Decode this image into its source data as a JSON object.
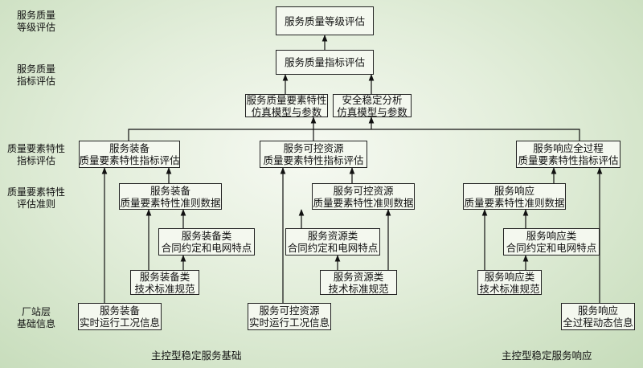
{
  "side_labels": {
    "grade": [
      "服务质量",
      "等级评估"
    ],
    "index": [
      "服务质量",
      "指标评估"
    ],
    "char_index": [
      "质量要素特性",
      "指标评估"
    ],
    "char_criteria": [
      "质量要素特性",
      "评估准则"
    ],
    "station": [
      "厂站层",
      "基础信息"
    ]
  },
  "nodes": {
    "grade": [
      "服务质量等级评估"
    ],
    "index": [
      "服务质量指标评估"
    ],
    "sim_quality": [
      "服务质量要素特性",
      "仿真模型与参数"
    ],
    "sim_safety": [
      "安全稳定分析",
      "仿真模型与参数"
    ],
    "equip_index": [
      "服务装备",
      "质量要素特性指标评估"
    ],
    "ctrl_index": [
      "服务可控资源",
      "质量要素特性指标评估"
    ],
    "resp_index": [
      "服务响应全过程",
      "质量要素特性指标评估"
    ],
    "equip_criteria": [
      "服务装备",
      "质量要素特性准则数据"
    ],
    "ctrl_criteria": [
      "服务可控资源",
      "质量要素特性准则数据"
    ],
    "resp_criteria": [
      "服务响应",
      "质量要素特性准则数据"
    ],
    "equip_contract": [
      "服务装备类",
      "合同约定和电网特点"
    ],
    "ctrl_contract": [
      "服务资源类",
      "合同约定和电网特点"
    ],
    "resp_contract": [
      "服务响应类",
      "合同约定和电网特点"
    ],
    "equip_standard": [
      "服务装备类",
      "技术标准规范"
    ],
    "ctrl_standard": [
      "服务资源类",
      "技术标准规范"
    ],
    "resp_standard": [
      "服务响应类",
      "技术标准规范"
    ],
    "equip_runtime": [
      "服务装备",
      "实时运行工况信息"
    ],
    "ctrl_runtime": [
      "服务可控资源",
      "实时运行工况信息"
    ],
    "resp_dynamic": [
      "服务响应",
      "全过程动态信息"
    ]
  },
  "footer": {
    "left": "主控型稳定服务基础",
    "right": "主控型稳定服务响应"
  }
}
